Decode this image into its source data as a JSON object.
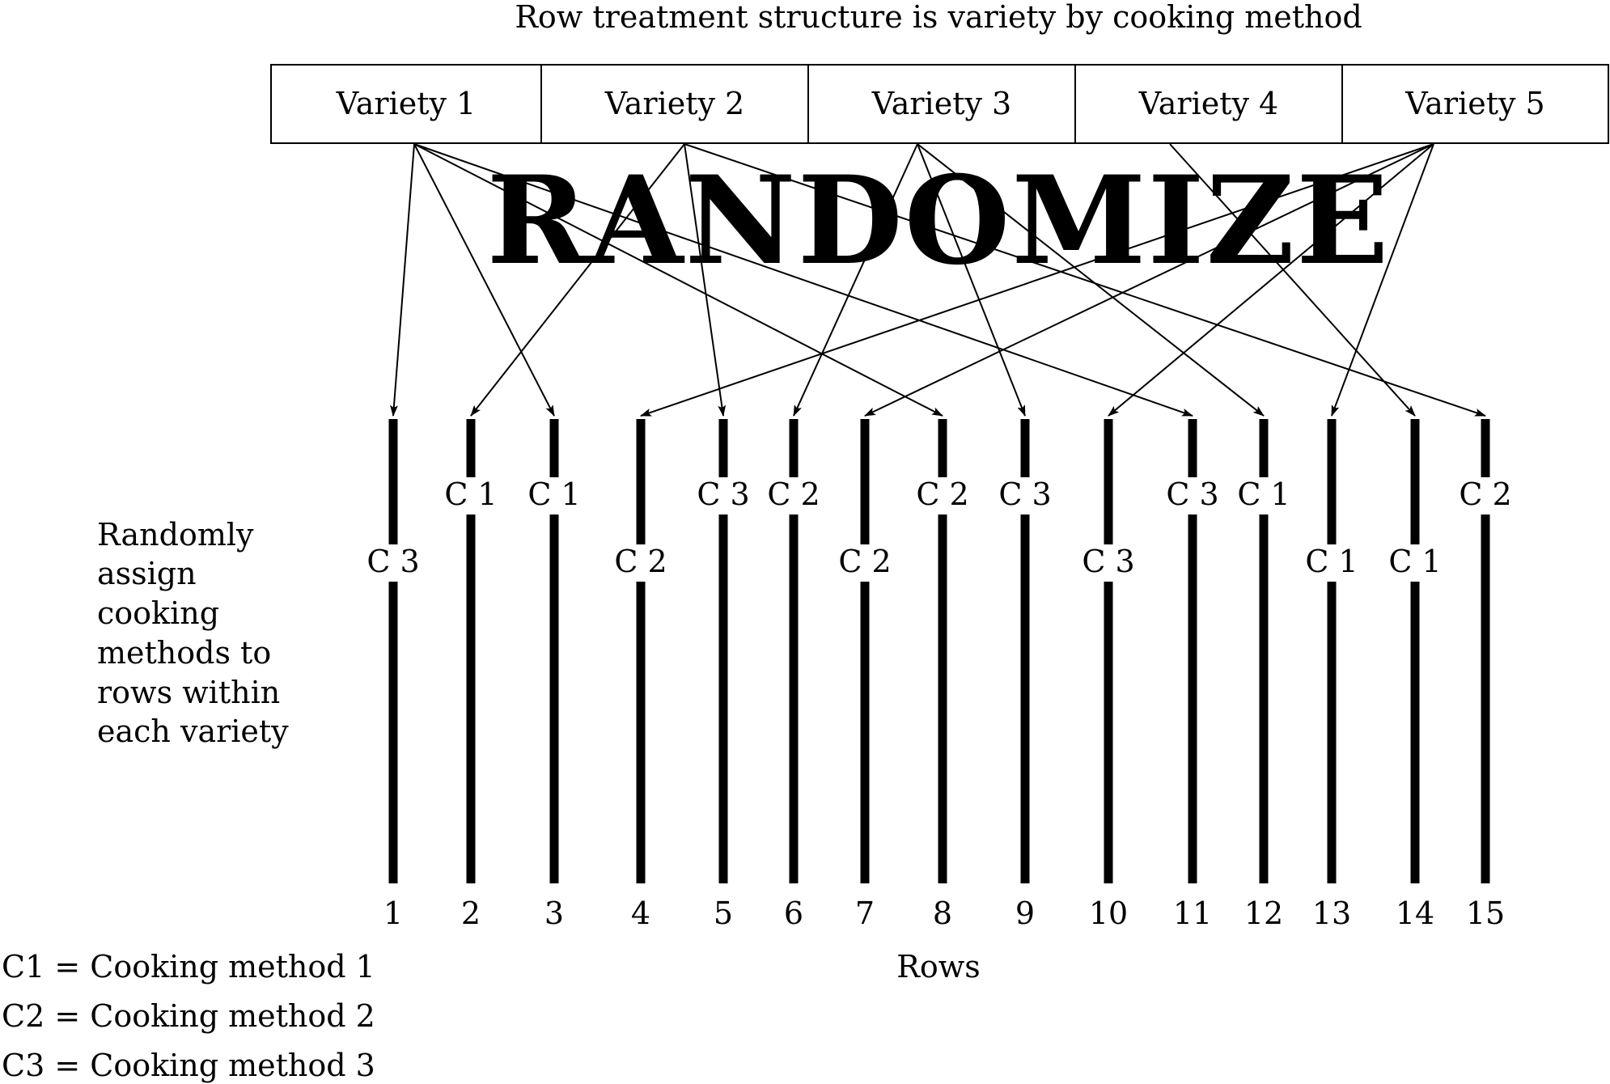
{
  "title": "Row treatment structure is variety by cooking method",
  "varieties": [
    "Variety 1",
    "Variety 2",
    "Variety 3",
    "Variety 4",
    "Variety 5"
  ],
  "watermark": "RANDOMIZE",
  "side_note_lines": [
    "Randomly",
    "assign",
    "cooking",
    "methods to",
    "rows within",
    "each variety"
  ],
  "rows_label": "Rows",
  "rows": [
    {
      "number": "1",
      "method": "C 3",
      "variety": 1
    },
    {
      "number": "2",
      "method": "C 1",
      "variety": 2
    },
    {
      "number": "3",
      "method": "C 1",
      "variety": 1
    },
    {
      "number": "4",
      "method": "C 2",
      "variety": 5
    },
    {
      "number": "5",
      "method": "C 3",
      "variety": 2
    },
    {
      "number": "6",
      "method": "C 2",
      "variety": 3
    },
    {
      "number": "7",
      "method": "C 2",
      "variety": 5
    },
    {
      "number": "8",
      "method": "C 2",
      "variety": 1
    },
    {
      "number": "9",
      "method": "C 3",
      "variety": 3
    },
    {
      "number": "10",
      "method": "C 3",
      "variety": 5
    },
    {
      "number": "11",
      "method": "C 3",
      "variety": 1
    },
    {
      "number": "12",
      "method": "C 1",
      "variety": 3
    },
    {
      "number": "13",
      "method": "C 1",
      "variety": 5
    },
    {
      "number": "14",
      "method": "C 1",
      "variety": 4
    },
    {
      "number": "15",
      "method": "C 2",
      "variety": 2
    }
  ],
  "legend": [
    "C1 = Cooking method 1",
    "C2 = Cooking method 2",
    "C3 = Cooking method 3"
  ]
}
